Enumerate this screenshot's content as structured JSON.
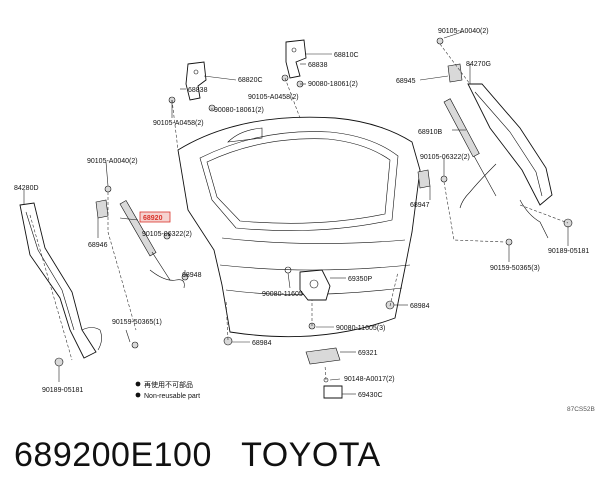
{
  "diagram": {
    "labels": {
      "l_84270G": "84270G",
      "l_68810C": "68810C",
      "l_68838_top": "68838",
      "l_68838_mid": "68838",
      "l_68820C": "68820C",
      "l_90105_A0040_right": "90105-A0040(2)",
      "l_68945": "68945",
      "l_90105_A0458_a": "90105-A0458(2)",
      "l_90080_18061_a": "90080-18061(2)",
      "l_90080_18061_b": "90080-18061(2)",
      "l_90105_A0458_b": "90105-A0458(2)",
      "l_68910B": "68910B",
      "l_90105_06322_right": "90105-06322(2)",
      "l_90105_A0040_left": "90105-A0040(2)",
      "l_84280D": "84280D",
      "l_68947": "68947",
      "l_68920_highlight": "68920",
      "l_90105_06322_left": "90105-06322(2)",
      "l_68946": "68946",
      "l_68948": "68948",
      "l_90189_05181_right": "90189-05181",
      "l_90159_50365_right": "90159-50365(3)",
      "l_69350P": "69350P",
      "l_90080_11605_a": "90080-11605",
      "l_68984_right": "68984",
      "l_90159_50365_left": "90159-50365(1)",
      "l_90080_11605_b": "90080-11605(3)",
      "l_68984_left": "68984",
      "l_69321": "69321",
      "l_90189_05181_left": "90189-05181",
      "l_90148_A0017": "90148-A0017(2)",
      "l_69430C": "69430C",
      "l_legend_jp": "再使用不可部品",
      "l_legend_en": "Non-reusable part",
      "l_code": "87CS52B"
    }
  },
  "caption": {
    "text": "689200E100   TOYOTA"
  },
  "colors": {
    "highlight": "#d9342b",
    "ink": "#111111"
  }
}
